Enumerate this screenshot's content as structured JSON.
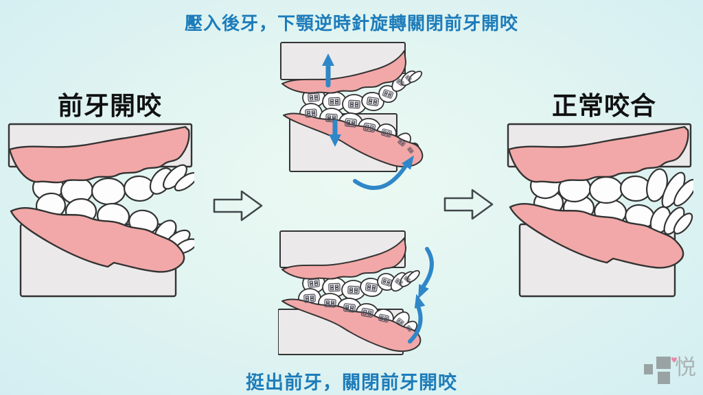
{
  "captions": {
    "top": "壓入後牙，下顎逆時針旋轉關閉前牙開咬",
    "bottom": "挺出前牙，關閉前牙開咬"
  },
  "labels": {
    "before": "前牙開咬",
    "after": "正常咬合"
  },
  "figures": {
    "before": "anterior-open-bite-model",
    "mechanism_top": "posterior-teeth-intrusion-model-with-braces",
    "mechanism_bottom": "anterior-teeth-extrusion-model-with-braces",
    "after": "normal-occlusion-model"
  },
  "logo": {
    "character": "悦",
    "heart": "♥"
  },
  "colors": {
    "caption_blue": "#1d7cba",
    "arrow_blue": "#2f87c8",
    "gum_pink": "#f2a8a8",
    "plaster_gray": "#ebe9ea",
    "tooth_white": "#fdfdfd",
    "outline": "#333333",
    "label_black": "#111111",
    "background_center": "#ecf9f3",
    "background_edge": "#d3eef2",
    "hollow_arrow_outline": "#41474a",
    "logo_gray": "#9aa3a3",
    "logo_heart_pink": "#e886a8"
  }
}
